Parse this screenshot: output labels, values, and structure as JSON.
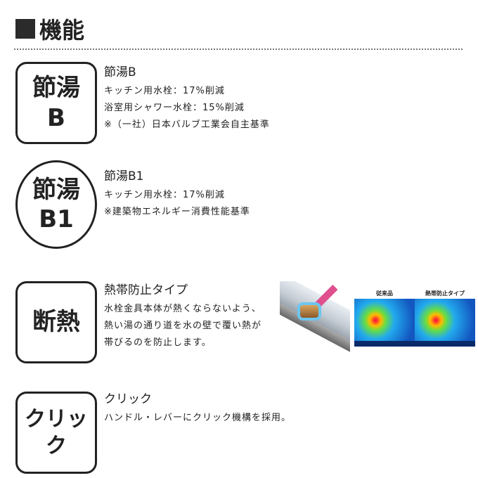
{
  "title": "機能",
  "features": [
    {
      "icon_lines": [
        "節湯",
        "B"
      ],
      "heading": "節湯B",
      "lines": [
        "キッチン用水栓：17%削減",
        "浴室用シャワー水栓：15%削減",
        "※（一社）日本バルブ工業会自主基準"
      ]
    },
    {
      "icon_lines": [
        "節湯",
        "B1"
      ],
      "heading": "節湯B1",
      "lines": [
        "キッチン用水栓：17%削減",
        "※建築物エネルギー消費性能基準"
      ]
    },
    {
      "icon_lines": [
        "断熱"
      ],
      "heading": "熱帯防止タイプ",
      "lines": [
        "水栓金具本体が熱くならないよう、",
        "熱い湯の通り道を水の壁で覆い熱が",
        "帯びるのを防止します。"
      ],
      "image_labels": [
        "従来品",
        "熱帯防止タイプ"
      ]
    },
    {
      "icon_lines": [
        "クリック"
      ],
      "heading": "クリック",
      "lines": [
        "ハンドル・レバーにクリック機構を採用。"
      ]
    }
  ]
}
